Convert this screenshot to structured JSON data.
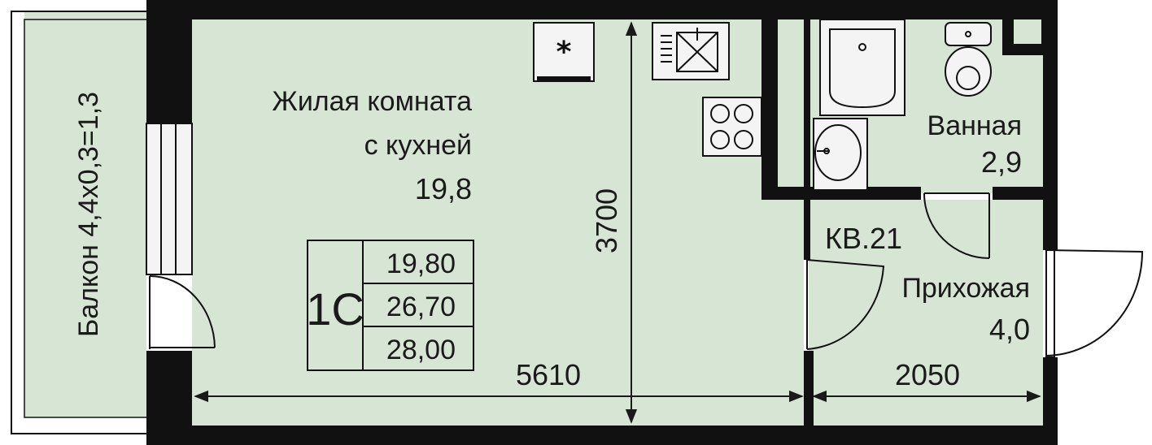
{
  "colors": {
    "floor": "#d7e5d4",
    "wall": "#111111",
    "fixture": "#f4f4f4",
    "text": "#1a1a1a"
  },
  "rooms": {
    "living": {
      "name_line1": "Жилая комната",
      "name_line2": "с кухней",
      "area": "19,8"
    },
    "balcony": {
      "label": "Балкон 4,4х0,3=1,3"
    },
    "bathroom": {
      "name": "Ванная",
      "area": "2,9"
    },
    "hallway": {
      "name": "Прихожая",
      "area": "4,0"
    }
  },
  "apartment_label": "КВ.21",
  "summary_table": {
    "type": "1С",
    "living_area": "19,80",
    "total_area": "26,70",
    "total_with_balcony": "28,00"
  },
  "dimensions": {
    "living_width": "5610",
    "depth": "3700",
    "hallway_width": "2050"
  },
  "icons": [
    "fridge-icon",
    "kitchen-sink-icon",
    "stove-icon",
    "bathtub-icon",
    "toilet-icon",
    "washbasin-icon"
  ]
}
